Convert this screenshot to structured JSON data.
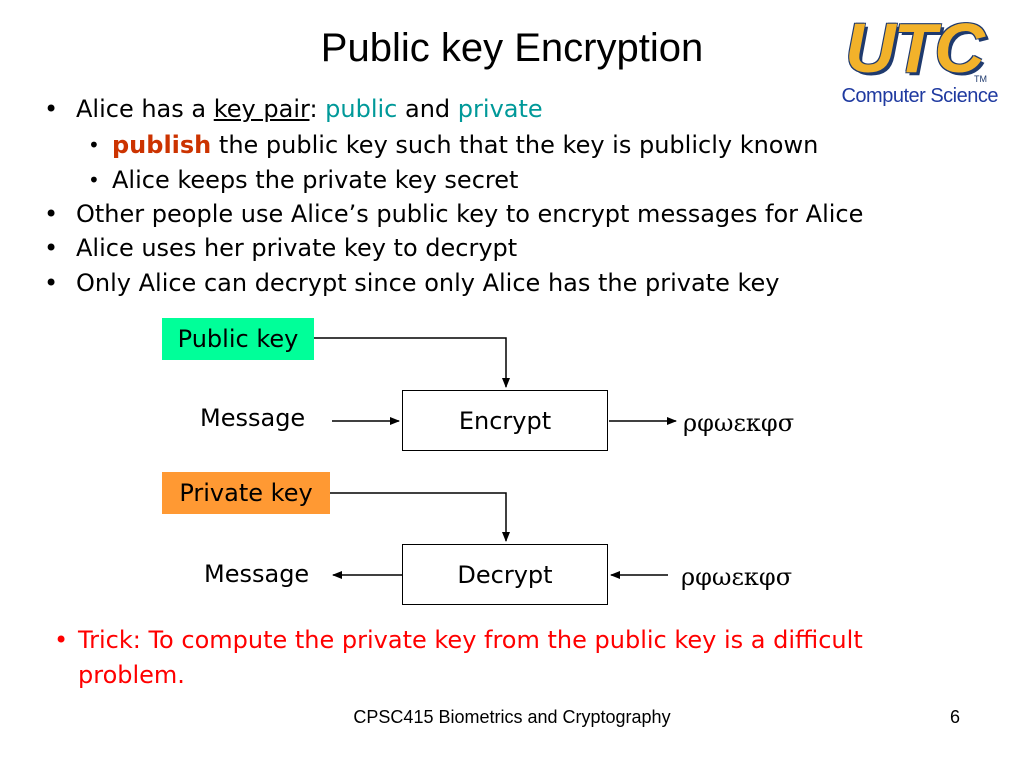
{
  "slide": {
    "title": "Public key Encryption",
    "logo": {
      "letters": "UTC",
      "tm": "TM",
      "caption": "Computer Science"
    },
    "bullets": {
      "b1": {
        "pre": "Alice has a ",
        "key_pair": "key pair",
        "colon": ": ",
        "public": "public",
        "and": " and ",
        "private": "private"
      },
      "b1a": {
        "publish": "publish",
        "rest": " the public key such that the key is publicly known"
      },
      "b1b": "Alice keeps the private key secret",
      "b2": "Other people use Alice’s public key to encrypt messages for Alice",
      "b3": "Alice uses her private key to decrypt",
      "b4": "Only Alice can decrypt since only Alice has the private key"
    },
    "diagram": {
      "public_key": "Public key",
      "encrypt": "Encrypt",
      "message_in": "Message",
      "cipher_out": "ρφωεκφσ",
      "private_key": "Private key",
      "decrypt": "Decrypt",
      "message_out": "Message",
      "cipher_in": "ρφωεκφσ"
    },
    "trick": {
      "line1": "Trick: To compute the private key from the public key is a difficult",
      "line2": "problem."
    },
    "footer": "CPSC415 Biometrics and Cryptography",
    "page_number": "6"
  },
  "colors": {
    "public_key_fill": "#00ff99",
    "private_key_fill": "#ff9933",
    "teal_text": "#009999",
    "publish_text": "#cc3300",
    "trick_text": "#ff0000",
    "logo_gold": "#f2b22a",
    "logo_navy": "#1f3a6e",
    "caption_blue": "#1f3aa0"
  }
}
